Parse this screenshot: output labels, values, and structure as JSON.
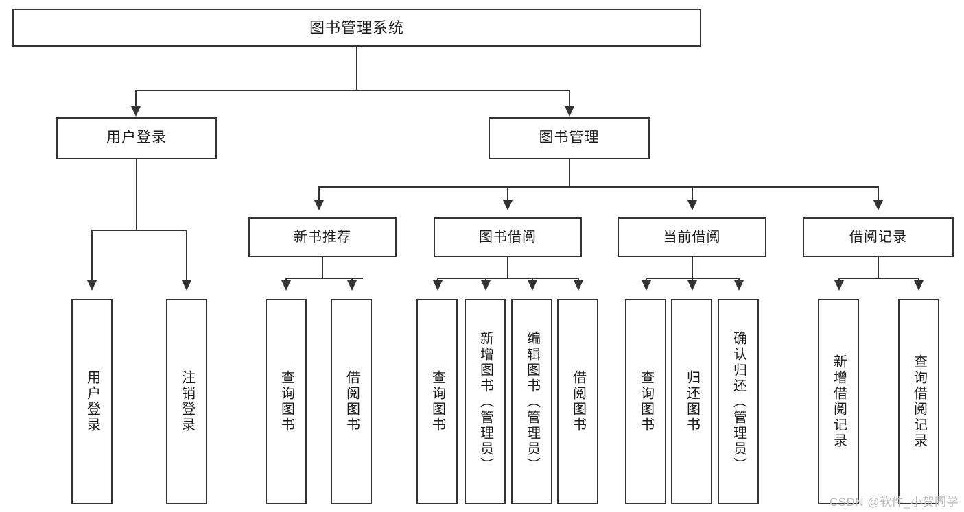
{
  "diagram": {
    "title": "图书管理系统",
    "type": "tree",
    "watermark": "CSDN @软件_小贺同学",
    "stroke_color": "#333333",
    "fill_color": "#ffffff",
    "text_color": "#1a1a1a",
    "root": {
      "label": "图书管理系统"
    },
    "level2": [
      {
        "label": "用户登录"
      },
      {
        "label": "图书管理"
      }
    ],
    "level3": [
      {
        "label": "新书推荐"
      },
      {
        "label": "图书借阅"
      },
      {
        "label": "当前借阅"
      },
      {
        "label": "借阅记录"
      }
    ],
    "leaves": {
      "user_login": [
        {
          "label": "用户登录"
        },
        {
          "label": "注销登录"
        }
      ],
      "new_book": [
        {
          "label": "查询图书"
        },
        {
          "label": "借阅图书"
        }
      ],
      "book_borrow": [
        {
          "label": "查询图书"
        },
        {
          "label": "新增图书（管理员）"
        },
        {
          "label": "编辑图书（管理员）"
        },
        {
          "label": "借阅图书"
        }
      ],
      "current_borrow": [
        {
          "label": "查询图书"
        },
        {
          "label": "归还图书"
        },
        {
          "label": "确认归还（管理员）"
        }
      ],
      "borrow_record": [
        {
          "label": "新增借阅记录"
        },
        {
          "label": "查询借阅记录"
        }
      ]
    }
  }
}
